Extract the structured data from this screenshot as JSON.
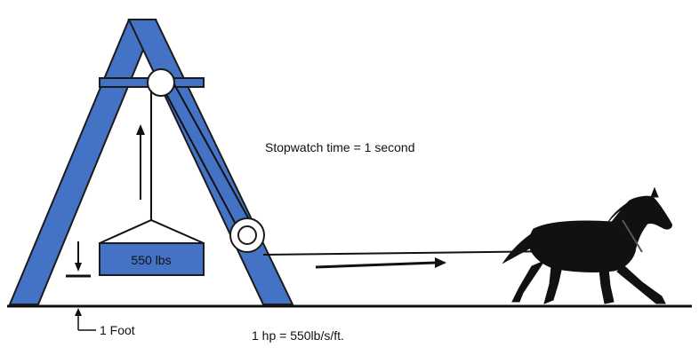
{
  "labels": {
    "weight": "550 lbs",
    "stopwatch": "Stopwatch time = 1 second",
    "foot": "1 Foot",
    "hp": "1 hp = 550lb/s/ft."
  },
  "colors": {
    "frame_fill": "#4472C4",
    "frame_stroke": "#1b1b1b",
    "weight_fill": "#4472C4",
    "horse": "#111111",
    "rope": "#111111",
    "ground": "#111111"
  }
}
